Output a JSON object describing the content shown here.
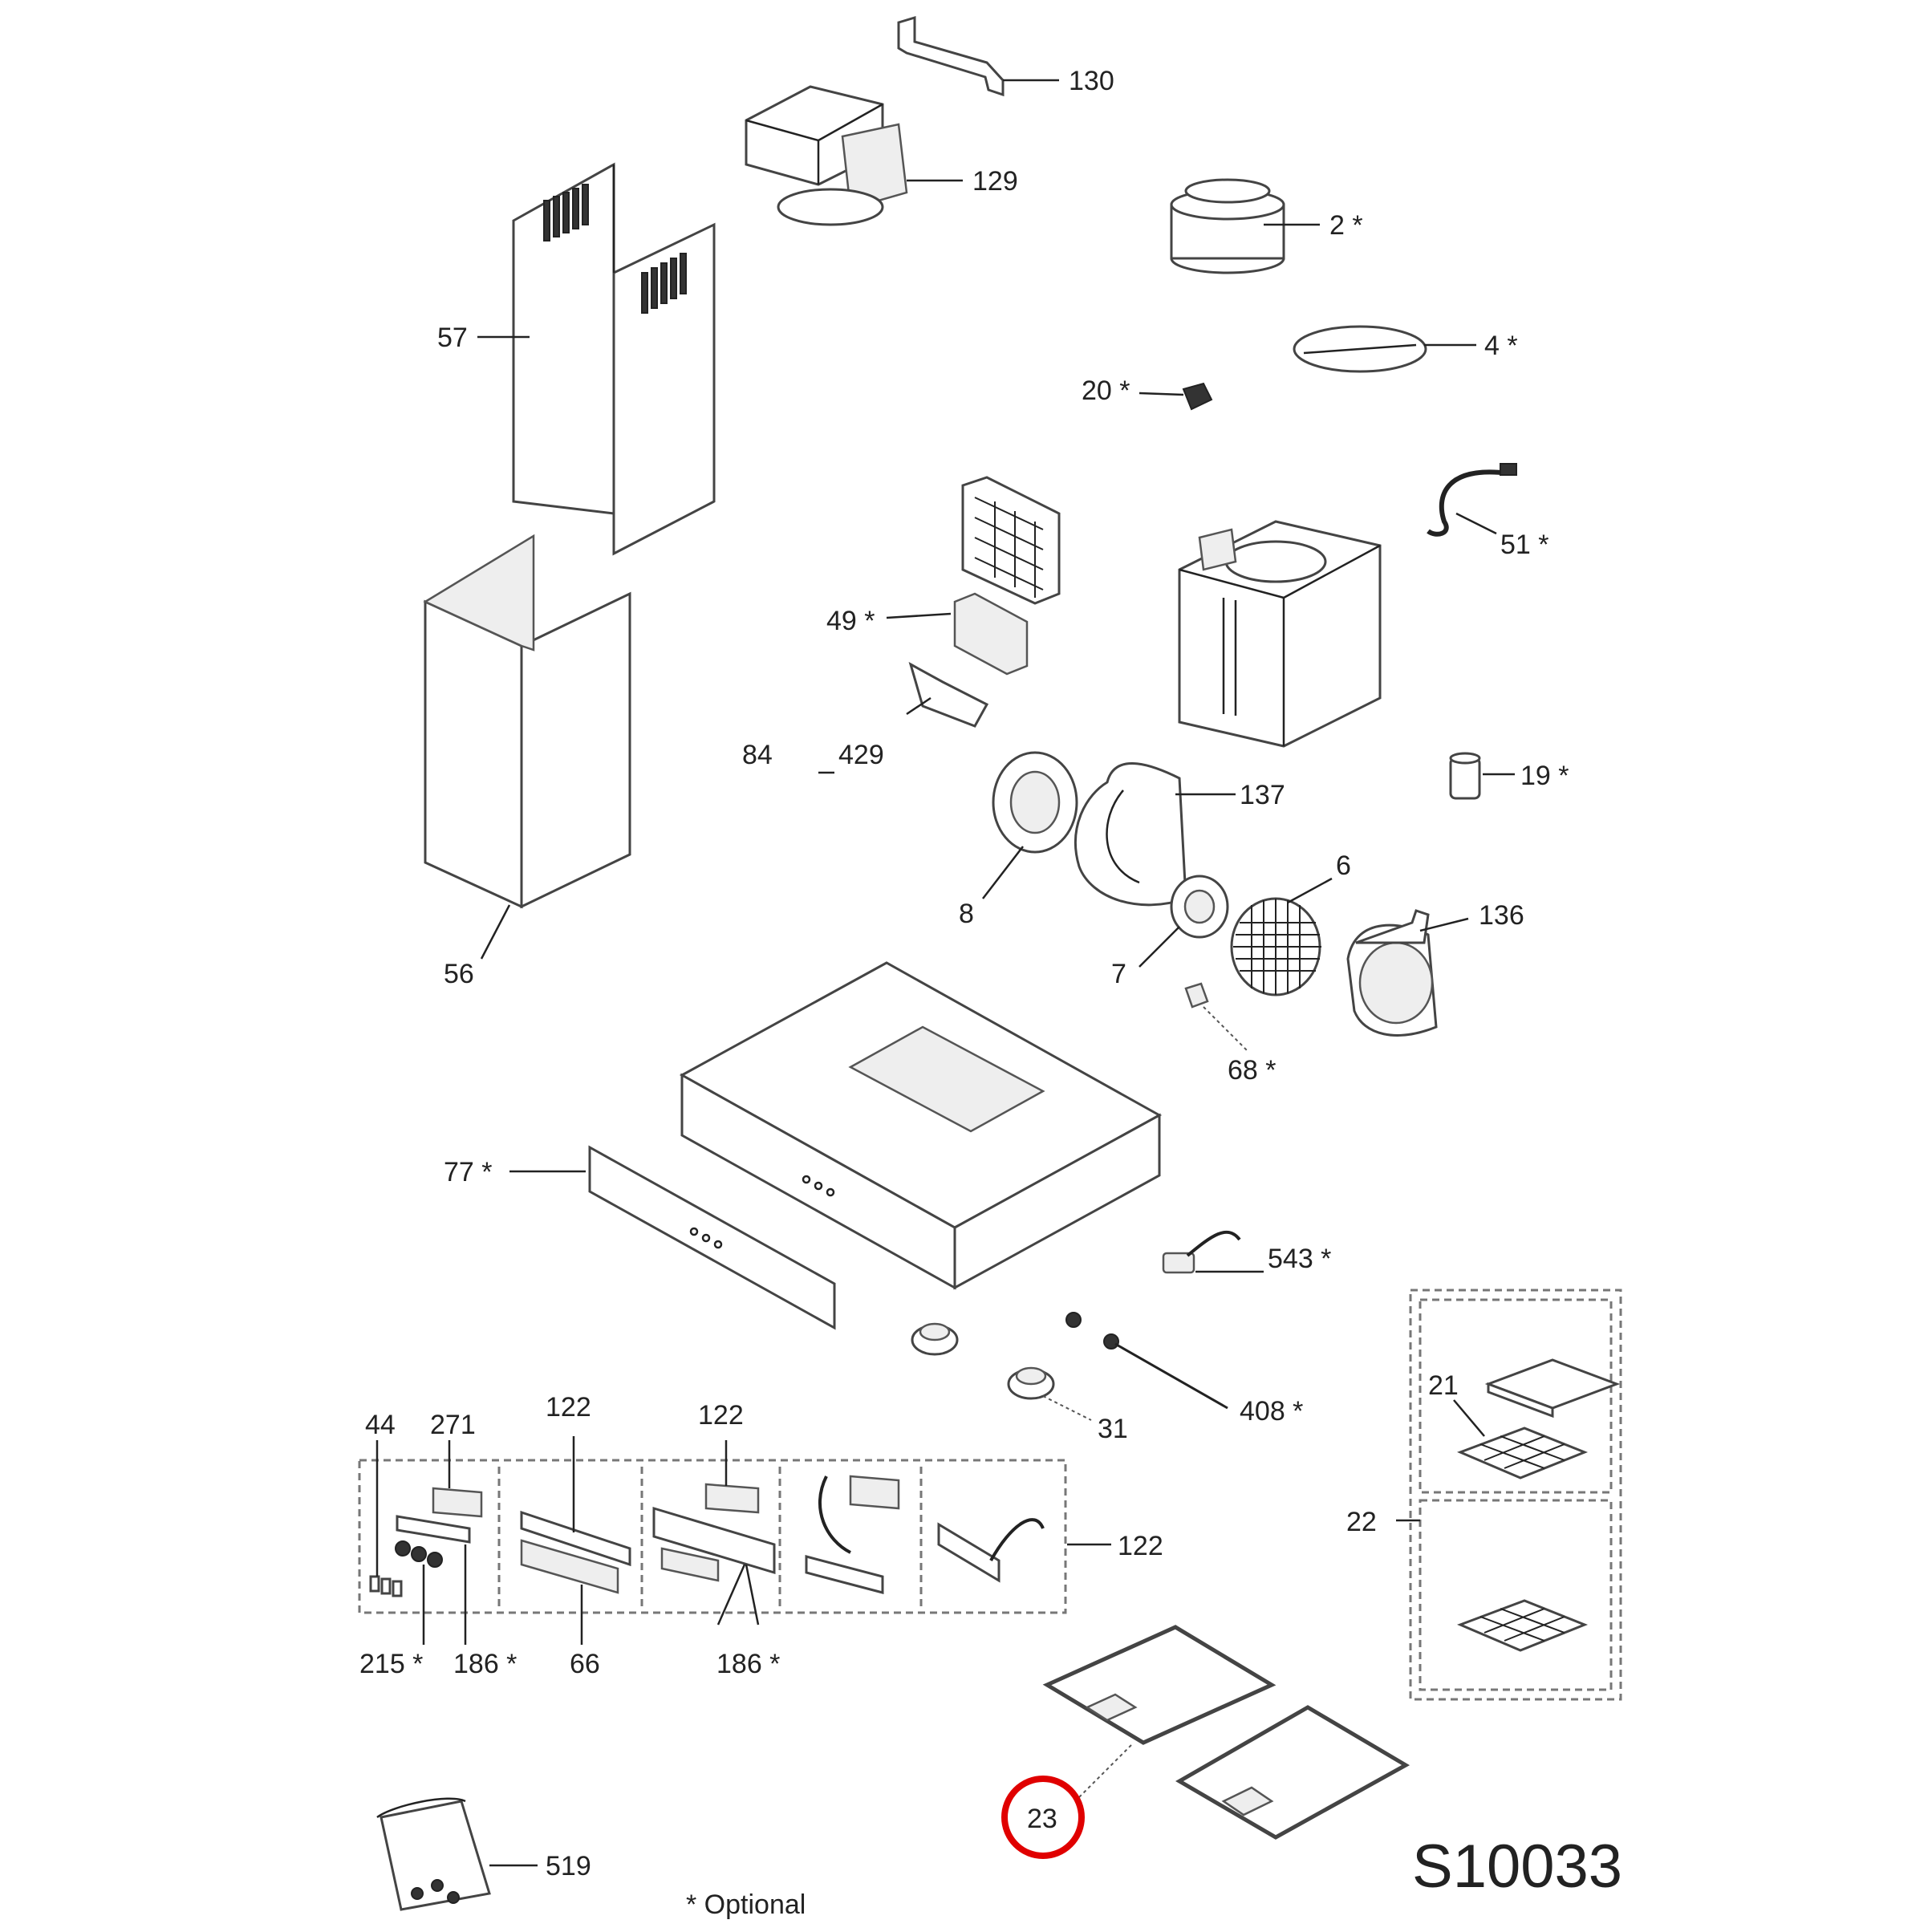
{
  "diagram_code": "S10033",
  "optional_note": "* Optional",
  "highlight_color": "#e00000",
  "highlighted_part": "23",
  "labels": {
    "p130": "130",
    "p129": "129",
    "p2": "2 *",
    "p57": "57",
    "p4": "4 *",
    "p20": "20 *",
    "p51": "51 *",
    "p49": "49 *",
    "p84": "84",
    "p429": "429",
    "p19": "19 *",
    "p137": "137",
    "p8": "8",
    "p6": "6",
    "p136": "136",
    "p7": "7",
    "p56": "56",
    "p68": "68 *",
    "p77": "77 *",
    "p543": "543 *",
    "p31": "31",
    "p408": "408 *",
    "p44": "44",
    "p271": "271",
    "p122a": "122",
    "p122b": "122",
    "p122c": "122",
    "p21": "21",
    "p22": "22",
    "p215": "215 *",
    "p186a": "186 *",
    "p66": "66",
    "p186b": "186 *",
    "p23": "23",
    "p519": "519"
  }
}
